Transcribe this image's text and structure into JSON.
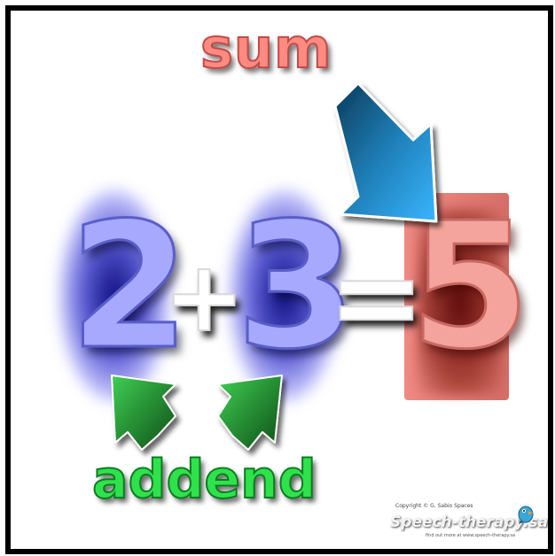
{
  "labels": {
    "sum": "sum",
    "addend": "addend"
  },
  "equation": {
    "addend_1": "2",
    "plus": "+",
    "addend_2": "3",
    "equals": "=",
    "sum": "5"
  },
  "watermark": {
    "copyright": "Copyright © G. Sabio Spaces",
    "brand": "Speech-therapy.sa",
    "tagline": "find out more at www.speech-therapy.sa"
  },
  "colors": {
    "sum_label": "#ff8a82",
    "addend_label": "#2fe24c",
    "addend_digits": "#a6a9ff",
    "sum_digit": "#f4a49c",
    "sum_arrow": "#1f86c0",
    "addend_arrows": "#2aa63a"
  },
  "icons": {
    "sum_arrow": "arrow-down-right-icon",
    "addend_arrows": "arrow-up-left-icon"
  }
}
